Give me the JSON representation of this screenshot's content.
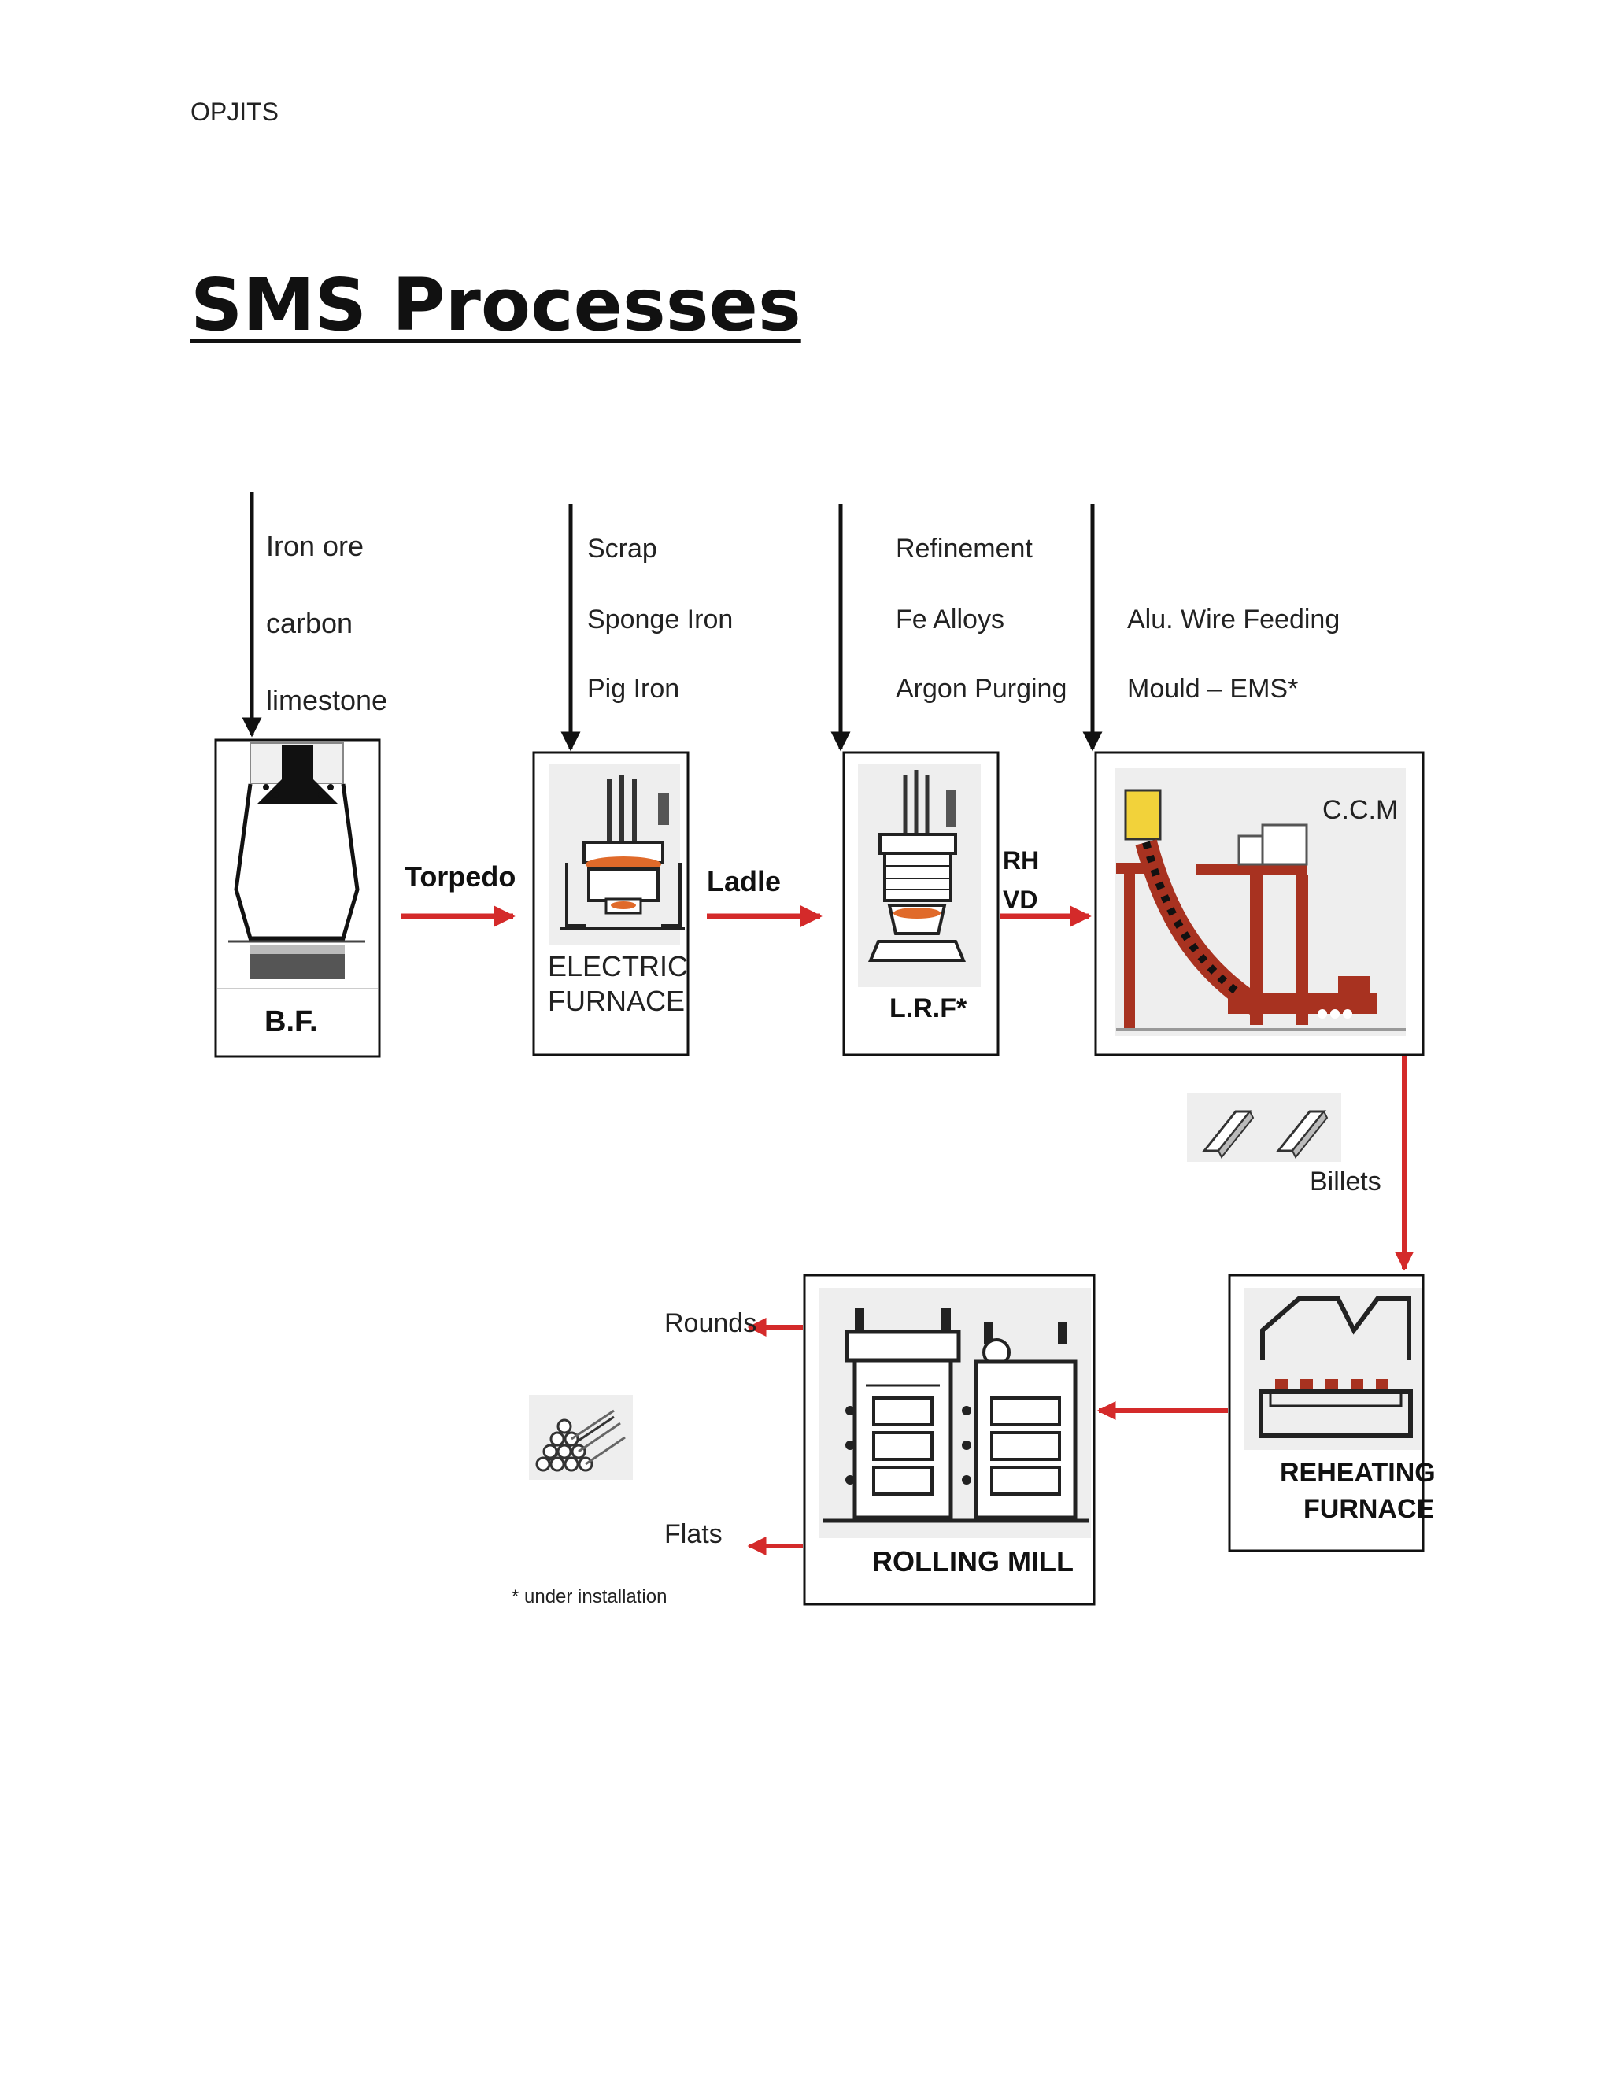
{
  "header": {
    "text": "OPJITS"
  },
  "title": "SMS Processes",
  "diagram": {
    "inputs": {
      "bf": [
        "Iron ore",
        "carbon",
        "limestone"
      ],
      "ef": [
        "Scrap",
        "Sponge Iron",
        "Pig Iron"
      ],
      "lrf": [
        "Refinement",
        "Fe Alloys",
        "Argon Purging"
      ],
      "ccm": [
        "Alu. Wire Feeding",
        "Mould – EMS*"
      ]
    },
    "units": {
      "bf": "B.F.",
      "ef_line1": "ELECTRIC",
      "ef_line2": "FURNACE",
      "lrf": "L.R.F*",
      "ccm": "C.C.M",
      "rf_line1": "REHEATING",
      "rf_line2": "FURNACE",
      "rm": "ROLLING MILL"
    },
    "connectors": {
      "torpedo": "Torpedo",
      "ladle": "Ladle",
      "rh": "RH",
      "vd": "VD",
      "billets": "Billets"
    },
    "outputs": {
      "rounds": "Rounds",
      "flats": "Flats"
    },
    "footnote": "* under installation",
    "colors": {
      "flow_arrow": "#d42a2a",
      "input_arrow": "#111111",
      "machine_red": "#a83220"
    }
  }
}
